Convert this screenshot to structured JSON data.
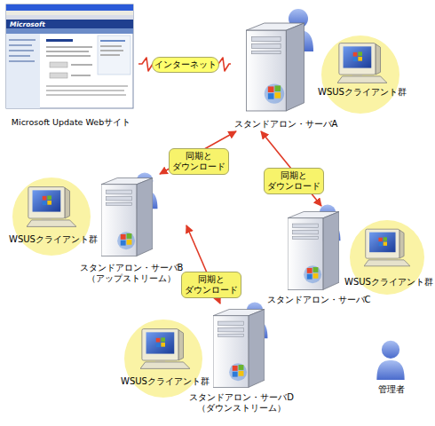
{
  "diagram": {
    "nodes": [
      {
        "text": [
          "Microsoft Update Webサイト"
        ]
      },
      {
        "text": [
          "スタンドアロン・サーバA"
        ]
      },
      {
        "text": [
          "WSUSクライアント群"
        ]
      },
      {
        "text": [
          "スタンドアロン・サーバB （アップストリーム）"
        ]
      },
      {
        "text": [
          "WSUSクライアント群"
        ]
      },
      {
        "text": [
          "スタンドアロン・サーバC"
        ]
      },
      {
        "text": [
          "WSUSクライアント群"
        ]
      },
      {
        "text": [
          "WSUSクライアント群"
        ]
      },
      {
        "text": [
          "スタンドアロン・サーバD （ダウンストリーム）"
        ]
      },
      {
        "text": [
          "管理者"
        ]
      }
    ],
    "edges": [
      {
        "from": 0,
        "to": 1,
        "arrow": "none",
        "label": "インターネット"
      },
      {
        "from": 1,
        "to": 3,
        "arrow": "both",
        "label": "同期と ダウンロード"
      },
      {
        "from": 1,
        "to": 5,
        "arrow": "both",
        "label": "同期と ダウンロード"
      },
      {
        "from": 3,
        "to": 8,
        "arrow": "both",
        "label": "同期と ダウンロード"
      }
    ],
    "labels": [
      "Microsoft"
    ]
  }
}
